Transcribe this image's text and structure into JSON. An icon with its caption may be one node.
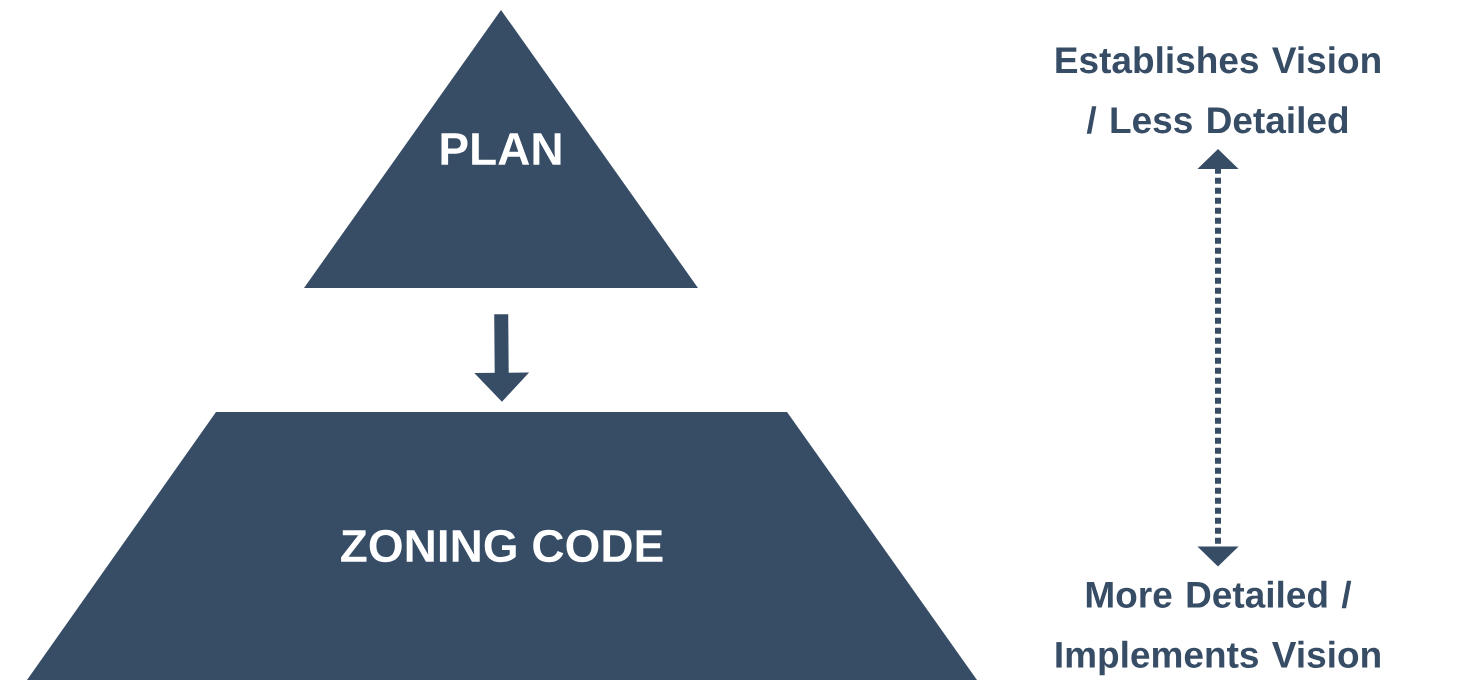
{
  "diagram": {
    "nodes": [
      {
        "text": [
          "PLAN"
        ]
      },
      {
        "text": [
          "ZONING CODE"
        ]
      },
      {
        "text": [
          "Establishes Vision / Less Detailed"
        ]
      },
      {
        "text": [
          "More Detailed / Implements Vision"
        ]
      }
    ],
    "edges": [
      {
        "from": 0,
        "to": 1,
        "arrow": "to",
        "style": "thick"
      },
      {
        "from": 2,
        "to": 3,
        "arrow": "both",
        "style": "dashed"
      }
    ]
  }
}
